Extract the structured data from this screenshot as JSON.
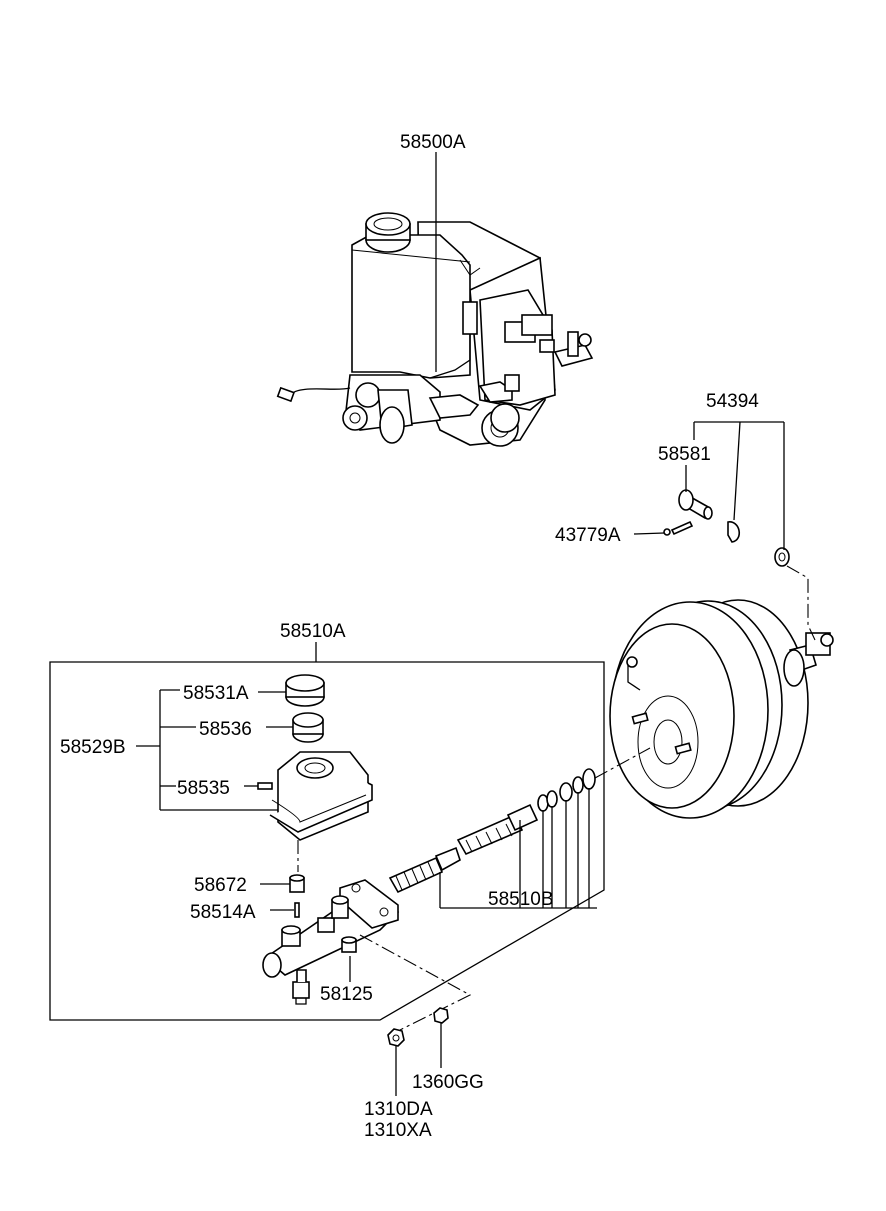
{
  "labels": {
    "p58500A": "58500A",
    "p54394": "54394",
    "p58581": "58581",
    "p43779A": "43779A",
    "p58510A": "58510A",
    "p58531A": "58531A",
    "p58536": "58536",
    "p58529B": "58529B",
    "p58535": "58535",
    "p58672": "58672",
    "p58514A": "58514A",
    "p58510B": "58510B",
    "p58125": "58125",
    "p1360GG": "1360GG",
    "p1310DA": "1310DA",
    "p1310XA": "1310XA"
  }
}
